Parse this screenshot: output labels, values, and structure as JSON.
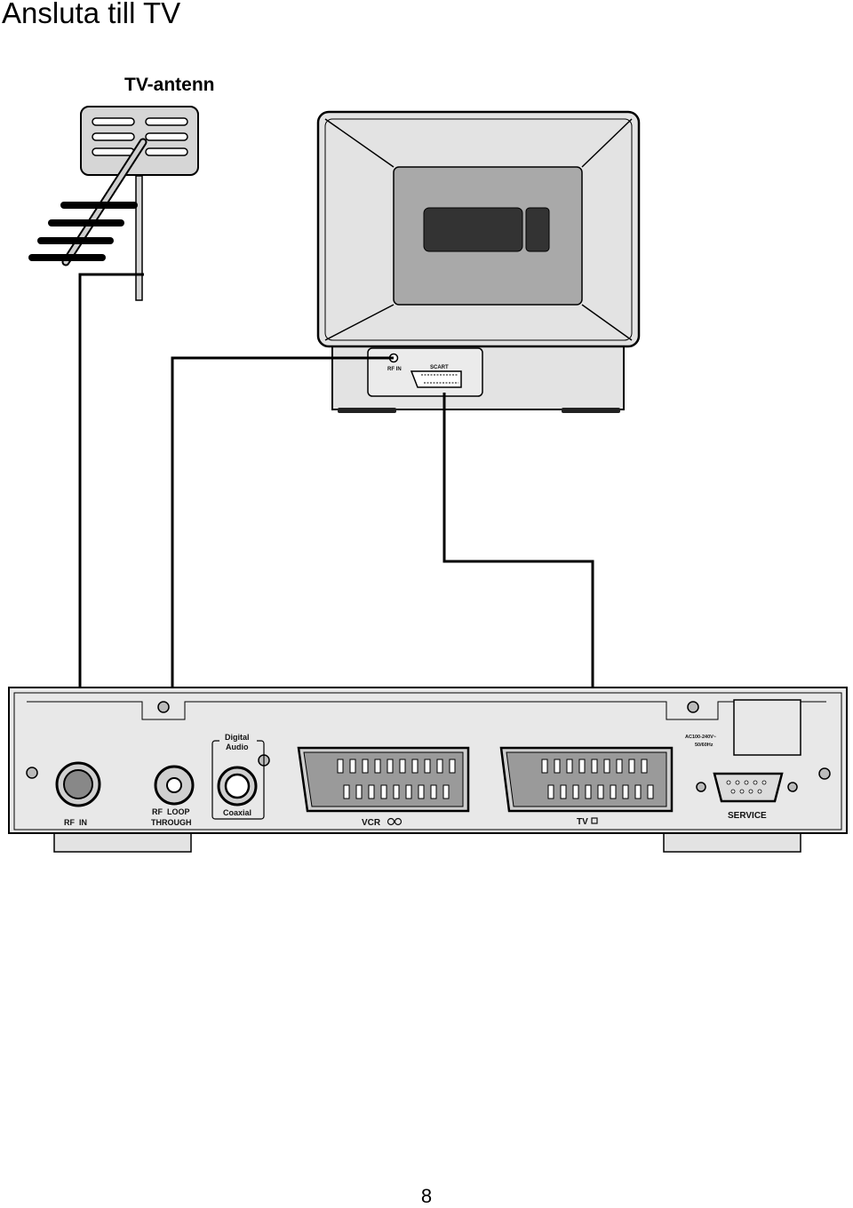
{
  "page": {
    "title": "Ansluta till TV",
    "page_number": "8"
  },
  "antenna": {
    "label": "TV-antenn"
  },
  "tv": {
    "rf_in_label": "RF IN",
    "scart_label": "SCART"
  },
  "receiver": {
    "digital_audio_label_line1": "Digital",
    "digital_audio_label_line2": "Audio",
    "coaxial_label": "Coaxial",
    "rf_in_label": "RF  IN",
    "rf_loop_label_line1": "RF  LOOP",
    "rf_loop_label_line2": "THROUGH",
    "vcr_label": "VCR",
    "tv_label": "TV",
    "power_label_line1": "AC100-240V~",
    "power_label_line2": "50/60Hz",
    "service_label": "SERVICE"
  },
  "colors": {
    "outline": "#000000",
    "panel": "#e8e8e8",
    "tv_body": "#e3e3e3",
    "screen": "#a9a9a9",
    "dark": "#333333",
    "antenna": "#d6d6d6",
    "cable": "#000000"
  }
}
